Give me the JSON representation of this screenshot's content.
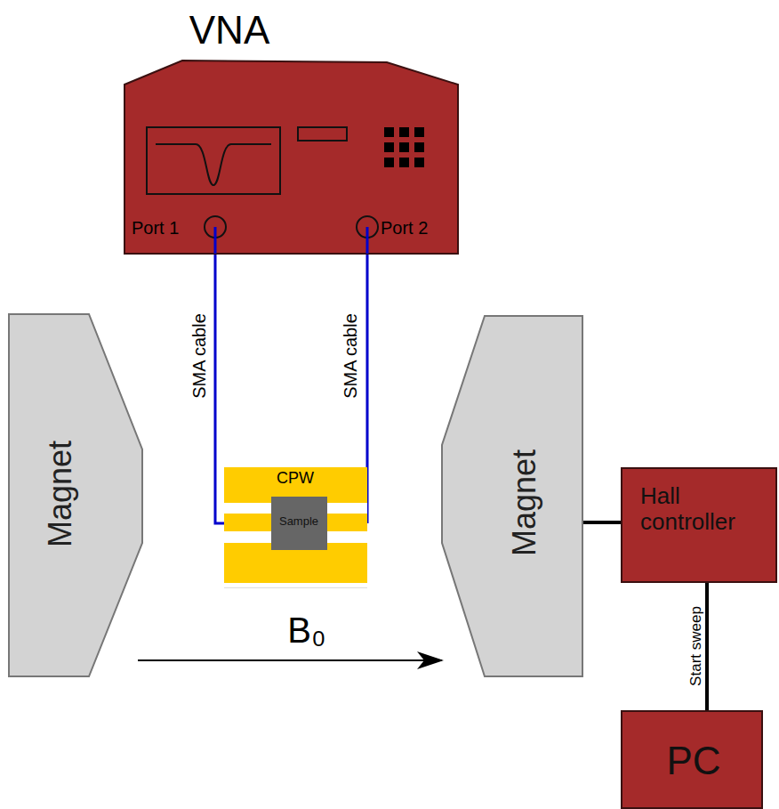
{
  "diagram": {
    "nodes": [
      {
        "text": [
          "VNA",
          "Port 1",
          "Port 2"
        ]
      },
      {
        "text": [
          "Magnet"
        ]
      },
      {
        "text": [
          "CPW"
        ]
      },
      {
        "text": [
          "Sample"
        ],
        "in": 2
      },
      {
        "text": [
          "Magnet"
        ]
      },
      {
        "text": [
          "Hall controller"
        ]
      },
      {
        "text": [
          "PC"
        ]
      }
    ],
    "edges": [
      {
        "from": 0,
        "to": 2,
        "arrow": "none",
        "label": "SMA cable"
      },
      {
        "from": 0,
        "to": 2,
        "arrow": "none",
        "label": "SMA cable"
      },
      {
        "from": 1,
        "to": 4,
        "arrow": "to",
        "label": "B₀"
      },
      {
        "from": 4,
        "to": 5,
        "arrow": "none"
      },
      {
        "from": 5,
        "to": 6,
        "arrow": "none",
        "label": "Start sweep"
      }
    ]
  }
}
